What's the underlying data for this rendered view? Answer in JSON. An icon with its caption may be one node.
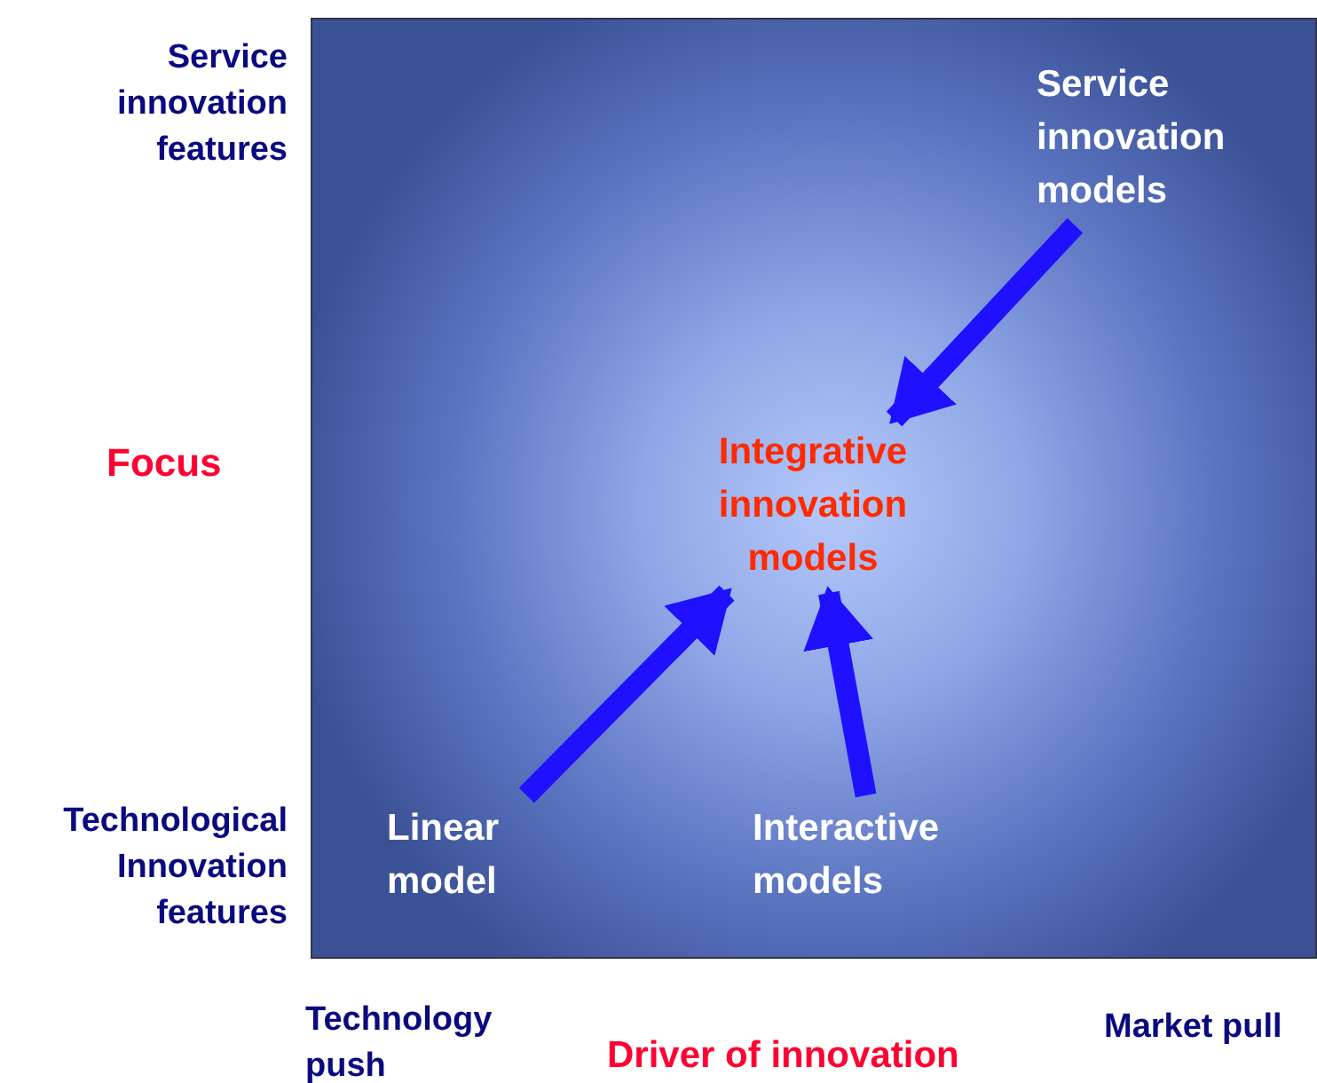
{
  "diagram": {
    "nodes": [
      {
        "text": [
          "Service innovation models"
        ]
      },
      {
        "text": [
          "Integrative innovation models"
        ]
      },
      {
        "text": [
          "Linear model"
        ]
      },
      {
        "text": [
          "Interactive models"
        ]
      }
    ],
    "edges": [
      {
        "from": 0,
        "to": 1,
        "arrow": "to"
      },
      {
        "from": 2,
        "to": 1,
        "arrow": "to"
      },
      {
        "from": 3,
        "to": 1,
        "arrow": "to"
      }
    ],
    "labels": [
      "Service innovation features",
      "Focus",
      "Technological Innovation features",
      "Technology push",
      "Driver of innovation",
      "Market pull"
    ]
  }
}
